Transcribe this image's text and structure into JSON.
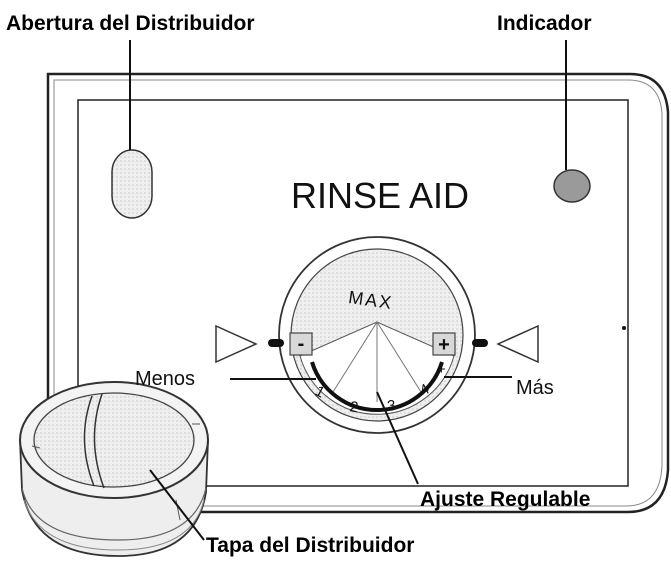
{
  "labels": {
    "dispenser_opening": "Abertura del Distribuidor",
    "indicator": "Indicador",
    "panel_title": "RINSE AID",
    "dial_max": "MAX",
    "less": "Menos",
    "more": "Más",
    "adjustable_setting": "Ajuste Regulable",
    "dispenser_cap": "Tapa del Distribuidor"
  },
  "dial": {
    "settings": [
      "1",
      "2",
      "3",
      "4"
    ],
    "minus_sign": "-",
    "plus_sign": "+"
  },
  "colors": {
    "line": "#222222",
    "indicator_fill": "#9a9a9a",
    "dial_fill": "#f3f3f3",
    "button_fill": "#d8d8d8"
  }
}
